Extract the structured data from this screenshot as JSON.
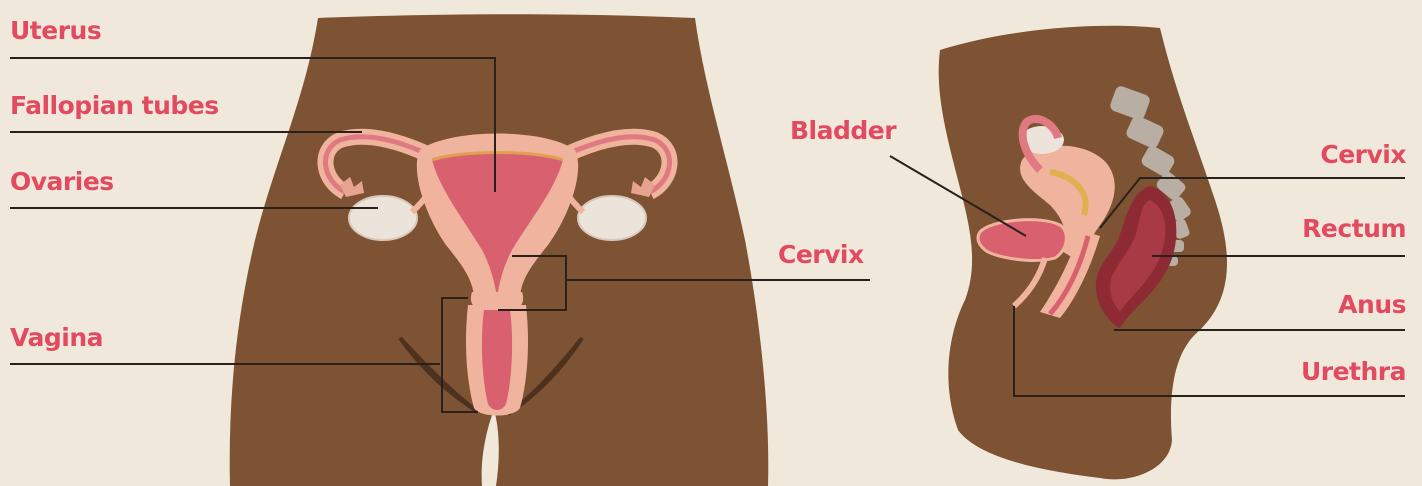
{
  "colors": {
    "background": "#f1e8dc",
    "skin": "#7d5333",
    "skin_shade": "#6b4529",
    "label": "#e24a60",
    "leader_line": "#2a211c",
    "uterus_outer": "#f0b39d",
    "uterus_inner": "#d9616f",
    "ovary": "#ece3da",
    "rectum": "#8e2a34",
    "spine": "#b9aea3"
  },
  "front_view": {
    "labels": {
      "uterus": "Uterus",
      "fallopian_tubes": "Fallopian tubes",
      "ovaries": "Ovaries",
      "vagina": "Vagina",
      "cervix": "Cervix"
    }
  },
  "side_view": {
    "labels": {
      "bladder": "Bladder",
      "cervix": "Cervix",
      "rectum": "Rectum",
      "anus": "Anus",
      "urethra": "Urethra"
    }
  }
}
